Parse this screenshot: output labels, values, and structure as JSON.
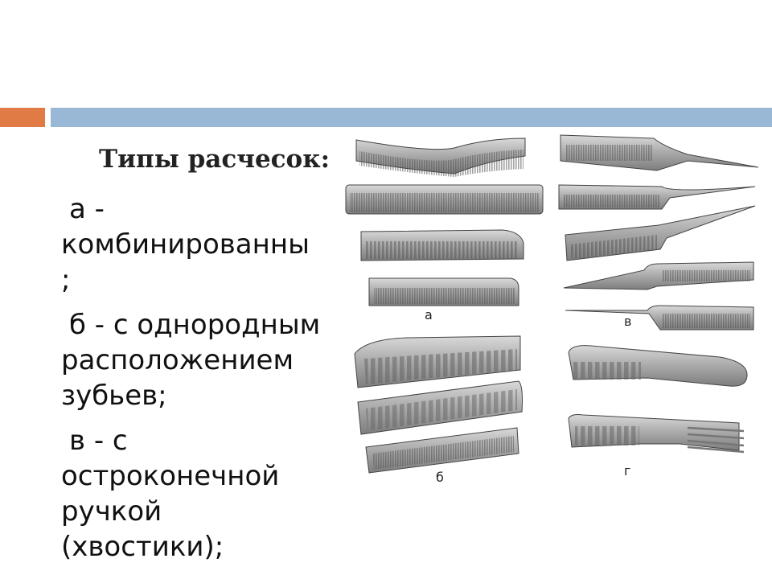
{
  "slide": {
    "title": "Типы расчесок:",
    "paragraphs": [
      [
        "а -",
        "комбинированны",
        ";"
      ],
      [
        "б - с однородным",
        "расположением",
        "зубьев;"
      ],
      [
        "в - с",
        "остроконечной",
        "ручкой",
        "(хвостики);"
      ]
    ],
    "accent_colors": {
      "orange": "#e07b45",
      "blue": "#98b8d6"
    }
  },
  "figure": {
    "labels": {
      "a": "а",
      "b": "б",
      "v": "в",
      "g": "г"
    }
  }
}
